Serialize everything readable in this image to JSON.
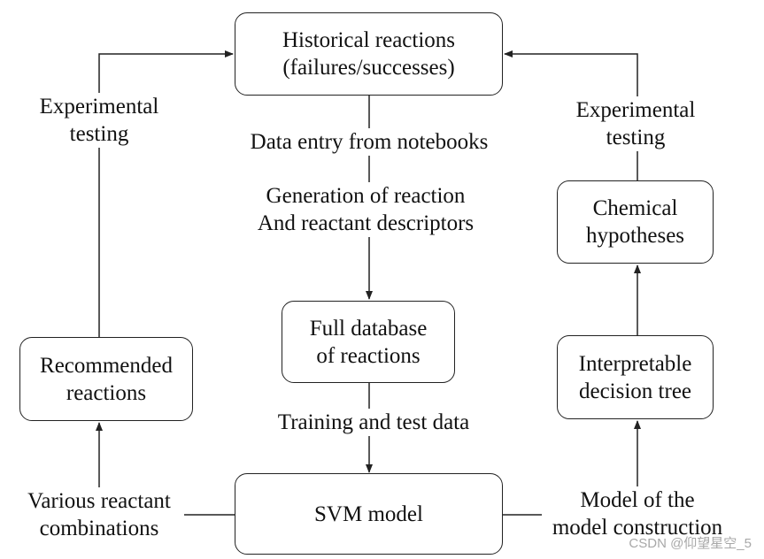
{
  "nodes": {
    "historical": [
      "Historical reactions",
      "(failures/successes)"
    ],
    "full_database": [
      "Full database",
      "of reactions"
    ],
    "svm": [
      "SVM model"
    ],
    "recommended": [
      "Recommended",
      "reactions"
    ],
    "decision_tree": [
      "Interpretable",
      "decision tree"
    ],
    "hypotheses": [
      "Chemical",
      "hypotheses"
    ]
  },
  "labels": {
    "exp_testing_left": [
      "Experimental",
      "testing"
    ],
    "exp_testing_right": [
      "Experimental",
      "testing"
    ],
    "data_entry": [
      "Data entry from notebooks"
    ],
    "generation": [
      "Generation of reaction",
      "And reactant descriptors"
    ],
    "training": [
      "Training and test data"
    ],
    "various": [
      "Various reactant",
      "combinations"
    ],
    "model_of_model": [
      "Model of the",
      "model construction"
    ]
  },
  "watermark": "CSDN @仰望星空_5",
  "colors": {
    "stroke": "#222222",
    "text": "#111111",
    "background": "#ffffff",
    "watermark": "#a8a8a8"
  }
}
